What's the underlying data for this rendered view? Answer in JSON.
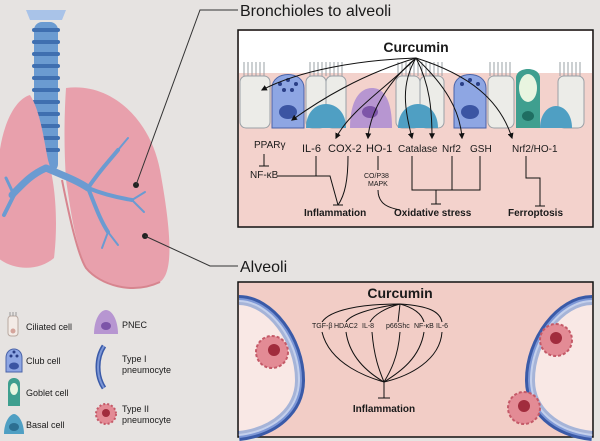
{
  "titles": {
    "bronchioles": "Bronchioles to alveoli",
    "alveoli": "Alveoli"
  },
  "panel_top": {
    "header": "Curcumin",
    "targets": [
      "PPARγ",
      "NF-κB",
      "IL-6",
      "COX-2",
      "HO-1",
      "CO/P38",
      "MAPK",
      "Catalase",
      "Nrf2",
      "GSH",
      "Nrf2/HO-1"
    ],
    "outcomes": [
      "Inflammation",
      "Oxidative stress",
      "Ferroptosis"
    ]
  },
  "panel_bottom": {
    "header": "Curcumin",
    "targets": [
      "TGF-β",
      "HDAC2",
      "IL-8",
      "p66Shc",
      "NF-κB",
      "IL-6"
    ],
    "outcome": "Inflammation"
  },
  "legend": {
    "ciliated": "Ciliated cell",
    "club": "Club cell",
    "goblet": "Goblet cell",
    "basal": "Basal cell",
    "pnec": "PNEC",
    "type1_line1": "Type I",
    "type1_line2": "pneumocyte",
    "type2_line1": "Type II",
    "type2_line2": "pneumocyte"
  },
  "colors": {
    "background": "#e6e3e1",
    "panel_top_fill": "#f3d2cc",
    "panel_bottom_fill": "#f2cdc6",
    "lung": "#e8a0ac",
    "trachea": "#6b9bd1",
    "club_cell": "#8ea6e3",
    "basal_cell": "#4f9fc3",
    "goblet_cell": "#3f9f8f",
    "pnec": "#b796d1",
    "type1": "#3a5aa8",
    "type2": "#e38b95"
  }
}
